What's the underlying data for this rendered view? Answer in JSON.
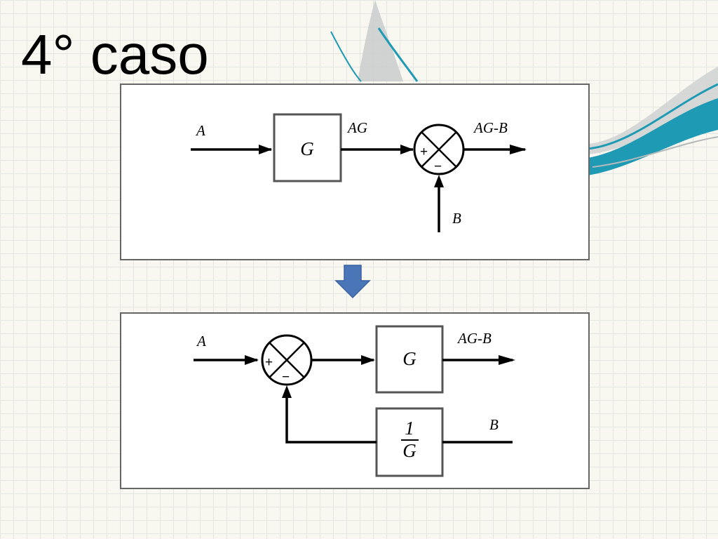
{
  "slide": {
    "title": "4° caso"
  },
  "diagram_original": {
    "input_label": "A",
    "block_label": "G",
    "block_output_label": "AG",
    "output_label": "AG-B",
    "secondary_input_label": "B",
    "plus_sign": "+",
    "minus_sign": "−"
  },
  "diagram_equivalent": {
    "input_label": "A",
    "block_label": "G",
    "output_label": "AG-B",
    "feedback_block_numerator": "1",
    "feedback_block_denominator": "G",
    "secondary_input_label": "B",
    "plus_sign": "+",
    "minus_sign": "−"
  },
  "colors": {
    "transform_arrow": "#4a76b8",
    "wave_teal": "#1e9ab4",
    "wave_grey": "#c9cccc"
  }
}
